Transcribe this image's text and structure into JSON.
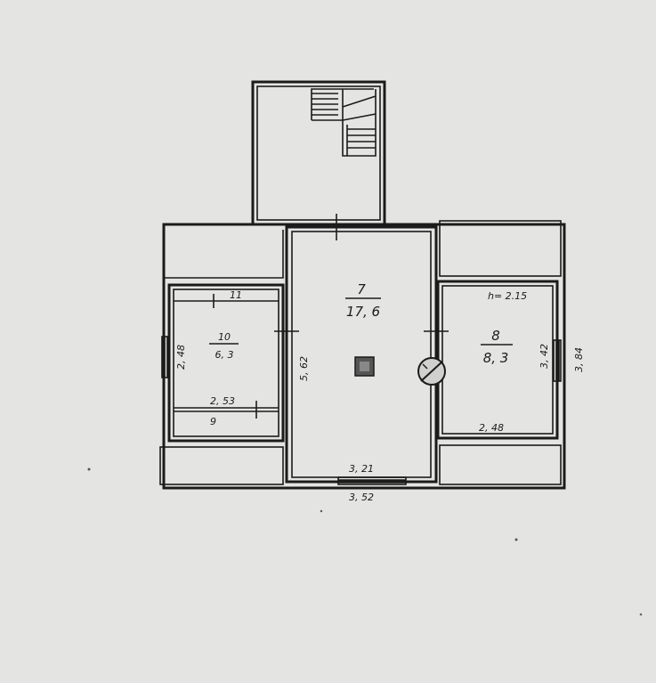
{
  "rooms": {
    "room7": {
      "number": "7",
      "area": "17, 6"
    },
    "room8": {
      "number": "8",
      "area": "8, 3"
    },
    "room10": {
      "number": "10",
      "area": "6, 3"
    }
  },
  "dimensions": {
    "height_note": "h= 2.15",
    "d_11": "11",
    "d_2_48_left": "2, 48",
    "d_2_53": "2, 53",
    "d_9": "9",
    "d_5_62": "5, 62",
    "d_3_21": "3, 21",
    "d_3_52": "3, 52",
    "d_3_42": "3, 42",
    "d_3_84": "3, 84",
    "d_2_48_right": "2, 48"
  }
}
